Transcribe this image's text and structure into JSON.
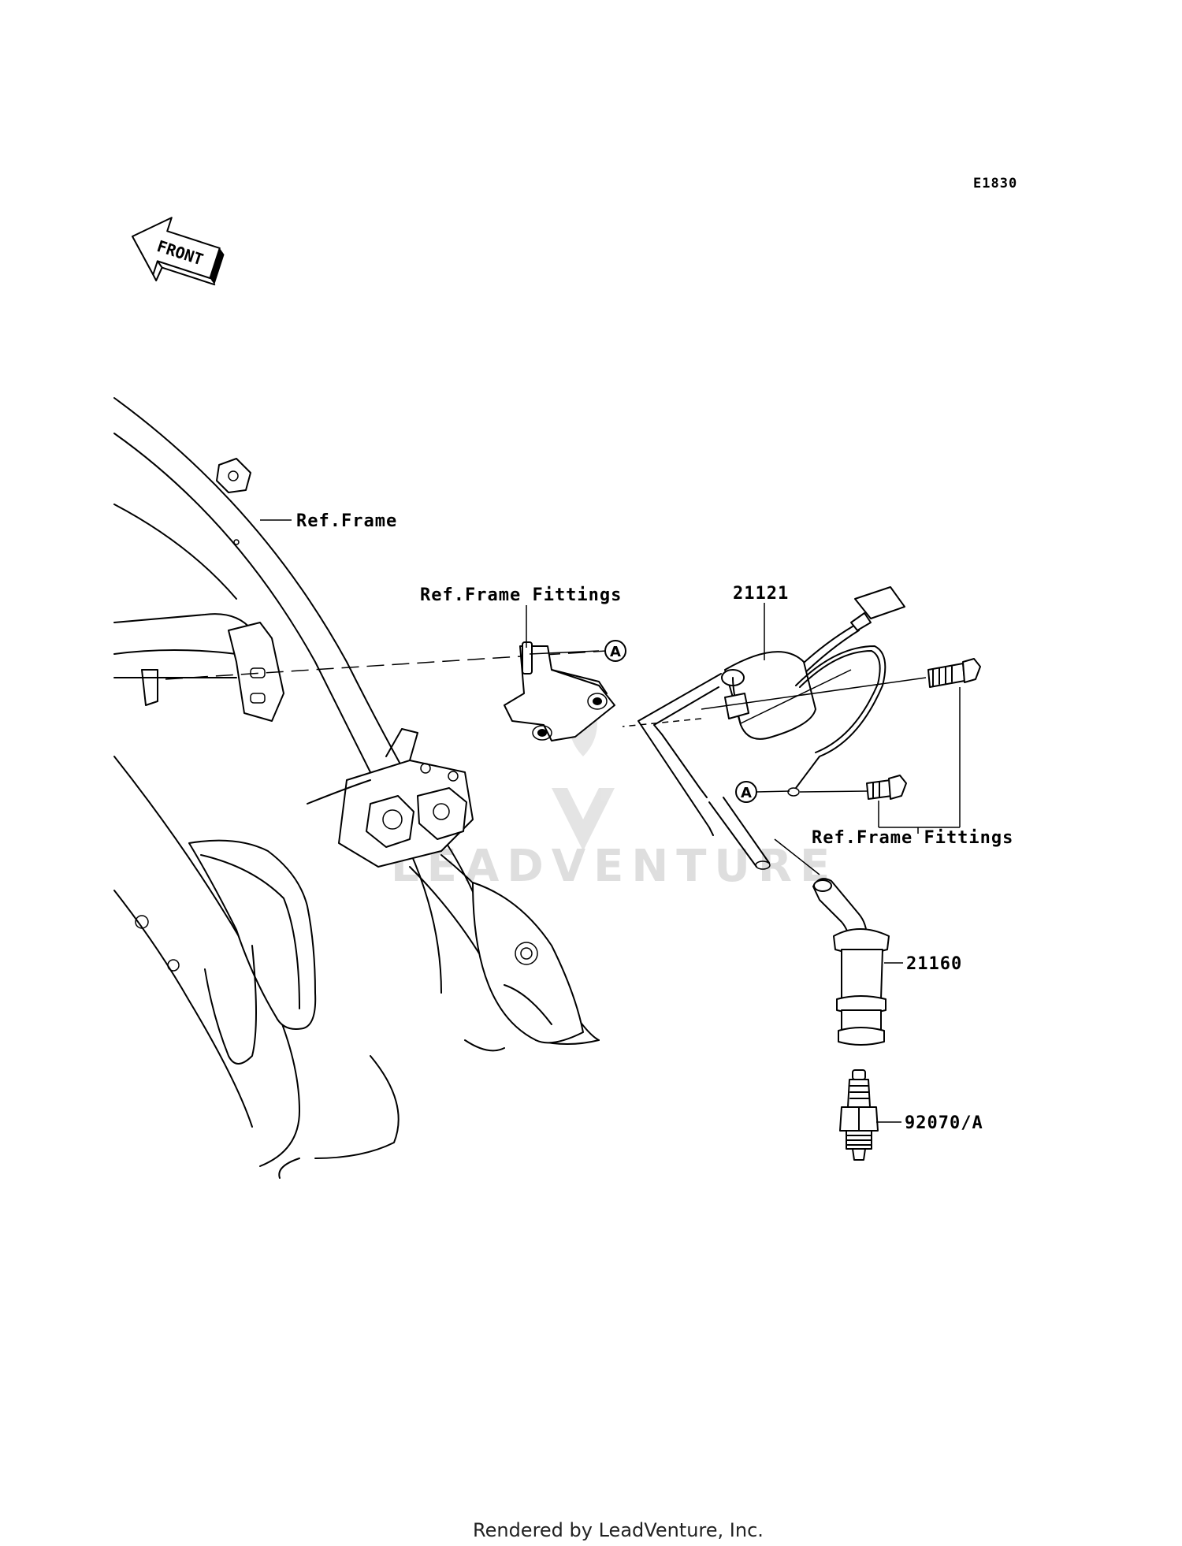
{
  "diagram_code": "E1830",
  "front_arrow_label": "FRONT",
  "labels": {
    "ref_frame": "Ref.Frame",
    "ref_frame_fittings_top": "Ref.Frame Fittings",
    "ref_frame_fittings_bottom": "Ref.Frame Fittings",
    "part_ignition_coil": "21121",
    "part_plug_cap": "21160",
    "part_spark_plug": "92070/A"
  },
  "connection_markers": [
    "A",
    "A"
  ],
  "watermark": "LEADVENTURE",
  "footer": "Rendered by LeadVenture, Inc."
}
